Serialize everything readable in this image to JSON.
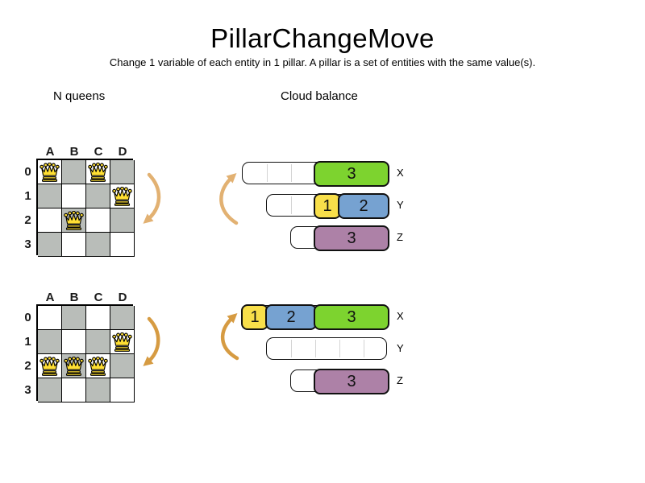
{
  "header": {
    "title": "PillarChangeMove",
    "subtitle": "Change 1 variable of each entity in 1 pillar. A pillar is a set of entities with the same value(s)."
  },
  "sections": {
    "nqueens_label": "N queens",
    "cloud_label": "Cloud balance"
  },
  "nqueens": {
    "column_headers": [
      "A",
      "B",
      "C",
      "D"
    ],
    "row_headers": [
      "0",
      "1",
      "2",
      "3"
    ],
    "boards": [
      {
        "id": "before",
        "queens": [
          {
            "col": 0,
            "row": 0
          },
          {
            "col": 2,
            "row": 0
          },
          {
            "col": 3,
            "row": 1
          },
          {
            "col": 1,
            "row": 2
          }
        ]
      },
      {
        "id": "after",
        "queens": [
          {
            "col": 3,
            "row": 1
          },
          {
            "col": 0,
            "row": 2
          },
          {
            "col": 1,
            "row": 2
          },
          {
            "col": 2,
            "row": 2
          }
        ]
      }
    ]
  },
  "cloud": {
    "states": [
      {
        "id": "before",
        "computers": [
          {
            "label": "X",
            "capacity": 6,
            "processes": [
              {
                "value": "3",
                "size": 3,
                "color_key": "green"
              }
            ]
          },
          {
            "label": "Y",
            "capacity": 5,
            "processes": [
              {
                "value": "1",
                "size": 1,
                "color_key": "yellow"
              },
              {
                "value": "2",
                "size": 2,
                "color_key": "blue"
              }
            ]
          },
          {
            "label": "Z",
            "capacity": 4,
            "processes": [
              {
                "value": "3",
                "size": 3,
                "color_key": "purple"
              }
            ]
          }
        ]
      },
      {
        "id": "after",
        "computers": [
          {
            "label": "X",
            "capacity": 6,
            "processes": [
              {
                "value": "1",
                "size": 1,
                "color_key": "yellow"
              },
              {
                "value": "2",
                "size": 2,
                "color_key": "blue"
              },
              {
                "value": "3",
                "size": 3,
                "color_key": "green"
              }
            ]
          },
          {
            "label": "Y",
            "capacity": 5,
            "processes": []
          },
          {
            "label": "Z",
            "capacity": 4,
            "processes": [
              {
                "value": "3",
                "size": 3,
                "color_key": "purple"
              }
            ]
          }
        ]
      }
    ]
  },
  "colors": {
    "green": "#7dd32f",
    "yellow": "#f8df4a",
    "blue": "#76a2d1",
    "purple": "#ad81a7",
    "board_dark": "#b9bdb9",
    "queen_fill": "#ffdf33",
    "arrow_top": "#e2b172",
    "arrow_bottom": "#d69b42"
  }
}
